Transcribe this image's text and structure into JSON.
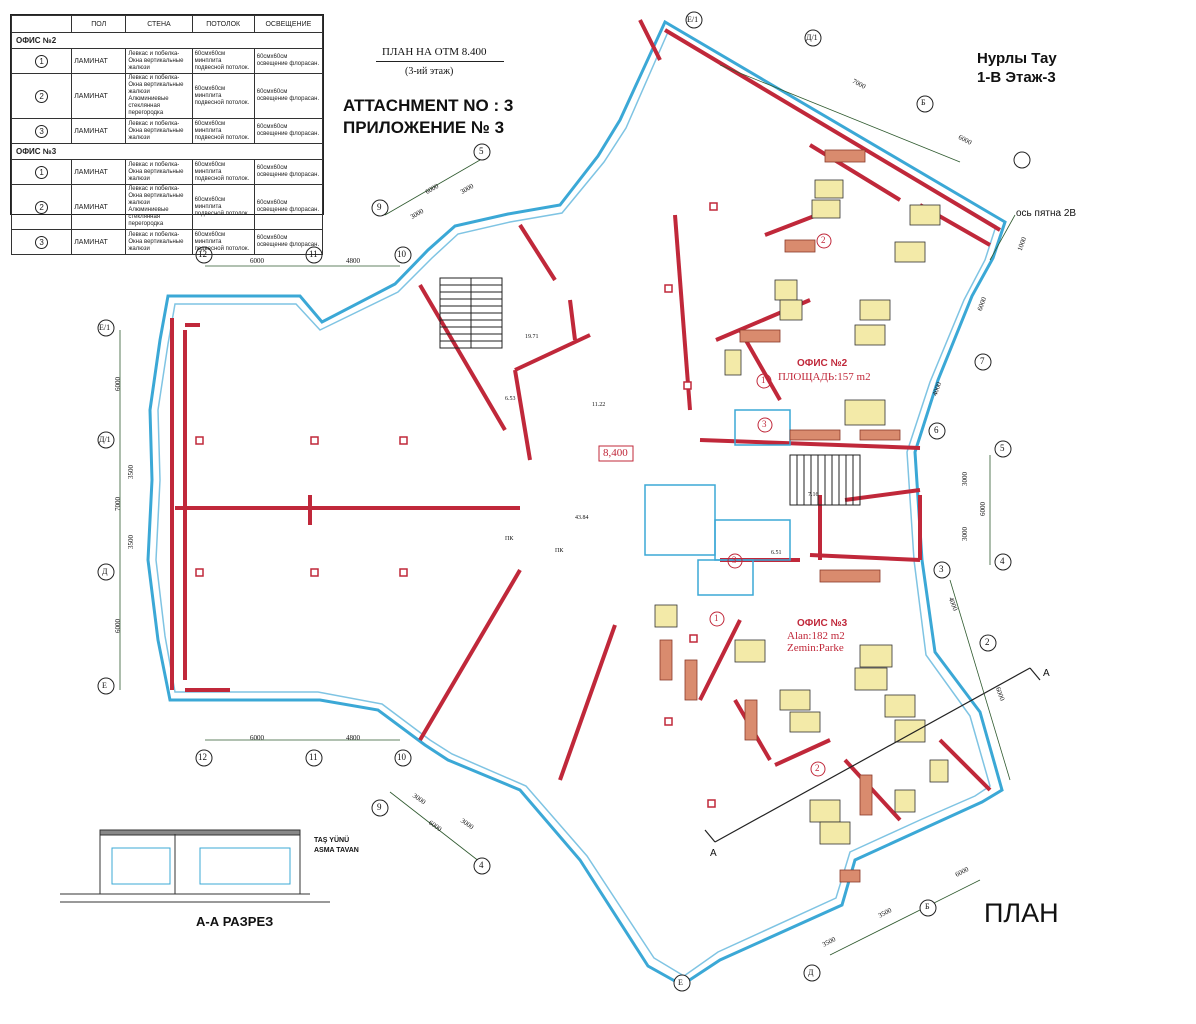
{
  "legend": {
    "headers": [
      "ПОЛ",
      "СТЕНА",
      "ПОТОЛОК",
      "ОСВЕЩЕНИЕ"
    ],
    "sections": [
      {
        "title": "ОФИС №2",
        "rows": [
          {
            "num": "1",
            "floor": "ЛАМИНАТ",
            "wall": "Левкас и побелка-Окна вертикальные жалюзи",
            "ceiling": "60смх60см минплита подвесной потолок.",
            "light": "60смх60см освещение флорасан."
          },
          {
            "num": "2",
            "floor": "ЛАМИНАТ",
            "wall": "Левкас и побелка-Окна вертикальные жалюзи Алюминиевые стеклянная перегородка",
            "ceiling": "60смх60см минплита подвесной потолок.",
            "light": "60смх60см освещение флорасан."
          },
          {
            "num": "3",
            "floor": "ЛАМИНАТ",
            "wall": "Левкас и побелка-Окна вертикальные жалюзи",
            "ceiling": "60смх60см минплита подвесной потолок.",
            "light": "60смх60см освещение флорасан."
          }
        ]
      },
      {
        "title": "ОФИС №3",
        "rows": [
          {
            "num": "1",
            "floor": "ЛАМИНАТ",
            "wall": "Левкас и побелка-Окна вертикальные жалюзи",
            "ceiling": "60смх60см минплита подвесной потолок.",
            "light": "60смх60см освещение флорасан."
          },
          {
            "num": "2",
            "floor": "ЛАМИНАТ",
            "wall": "Левкас и побелка-Окна вертикальные жалюзи Алюминиевые стеклянная перегородка",
            "ceiling": "60смх60см минплита подвесной потолок.",
            "light": "60смх60см освещение флорасан."
          },
          {
            "num": "3",
            "floor": "ЛАМИНАТ",
            "wall": "Левкас и побелка-Окна вертикальные жалюзи",
            "ceiling": "60смх60см минплита подвесной потолок.",
            "light": "60смх60см освещение флорасан."
          }
        ]
      }
    ]
  },
  "title": {
    "plan_level": "ПЛАН НА ОТМ 8.400",
    "plan_floor": "(3-ий этаж)",
    "attachment_en": "ATTACHMENT NO : 3",
    "attachment_ru": "ПРИЛОЖЕНИЕ № 3",
    "building": "Нурлы Тау",
    "block_floor": "1-В   Этаж-3",
    "plan_word": "ПЛАН",
    "section_title": "А-А РАЗРЕЗ",
    "section_note_1": "TAŞ YÜNÜ",
    "section_note_2": "ASMA TAVAN"
  },
  "offices": {
    "office2_label": "ОФИС №2",
    "office2_area": "ПЛОЩАДЬ:157 m2",
    "office3_label": "ОФИС №3",
    "office3_area": "Alan:182 m2",
    "office3_floor": "Zemin:Parke"
  },
  "level_mark": "8,400",
  "axis_note": "ось пятна 2В",
  "section_cut": "А",
  "axes": {
    "a_10": "10",
    "a_11": "11",
    "a_12": "12",
    "a_9": "9",
    "a_5": "5",
    "a_4": "4",
    "a_3": "3",
    "a_2": "2",
    "a_6": "6",
    "a_7": "7",
    "b_e1": "Е/1",
    "b_d1": "Д/1",
    "b_b": "Б",
    "b_d": "Д",
    "b_e": "Е"
  },
  "dims": {
    "d6000": "6000",
    "d4800": "4800",
    "d3000": "3000",
    "d3500": "3500",
    "d7000": "7000",
    "d1000": "1000",
    "d4000": "4000"
  },
  "room_marks": {
    "r1": "1",
    "r2": "2",
    "r3": "3",
    "m1971": "19.71",
    "m653": "6.53",
    "m1122": "11.22",
    "m4384": "43.84",
    "m651": "6.51",
    "m716": "7.16",
    "pk": "ПК",
    "pk2": "ПК"
  }
}
